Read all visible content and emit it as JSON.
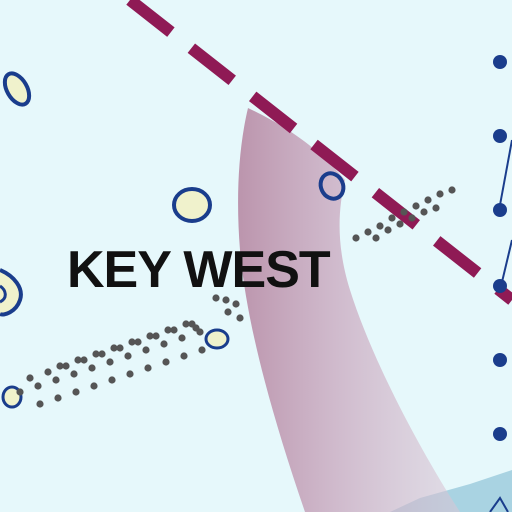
{
  "map": {
    "place_label": "KEY WEST",
    "colors": {
      "water": "#e6f8fb",
      "deep_water": "#a9d3e2",
      "boundary_line": "#8f1a55",
      "shoal_outline": "#1a3d8c",
      "shoal_fill": "#f0f2cc",
      "marker_dot": "#1a3d8c",
      "sounding_dots": "#555555",
      "channel_fill": "#b78aa8",
      "label_text": "#111111"
    },
    "features": {
      "boundary": "dashed-maritime-boundary",
      "channel": "shaded-channel-band",
      "markers": "navigation-marker-dots",
      "soundings": "dotted-sounding-trail",
      "shoals": "shoal-outlines"
    }
  }
}
